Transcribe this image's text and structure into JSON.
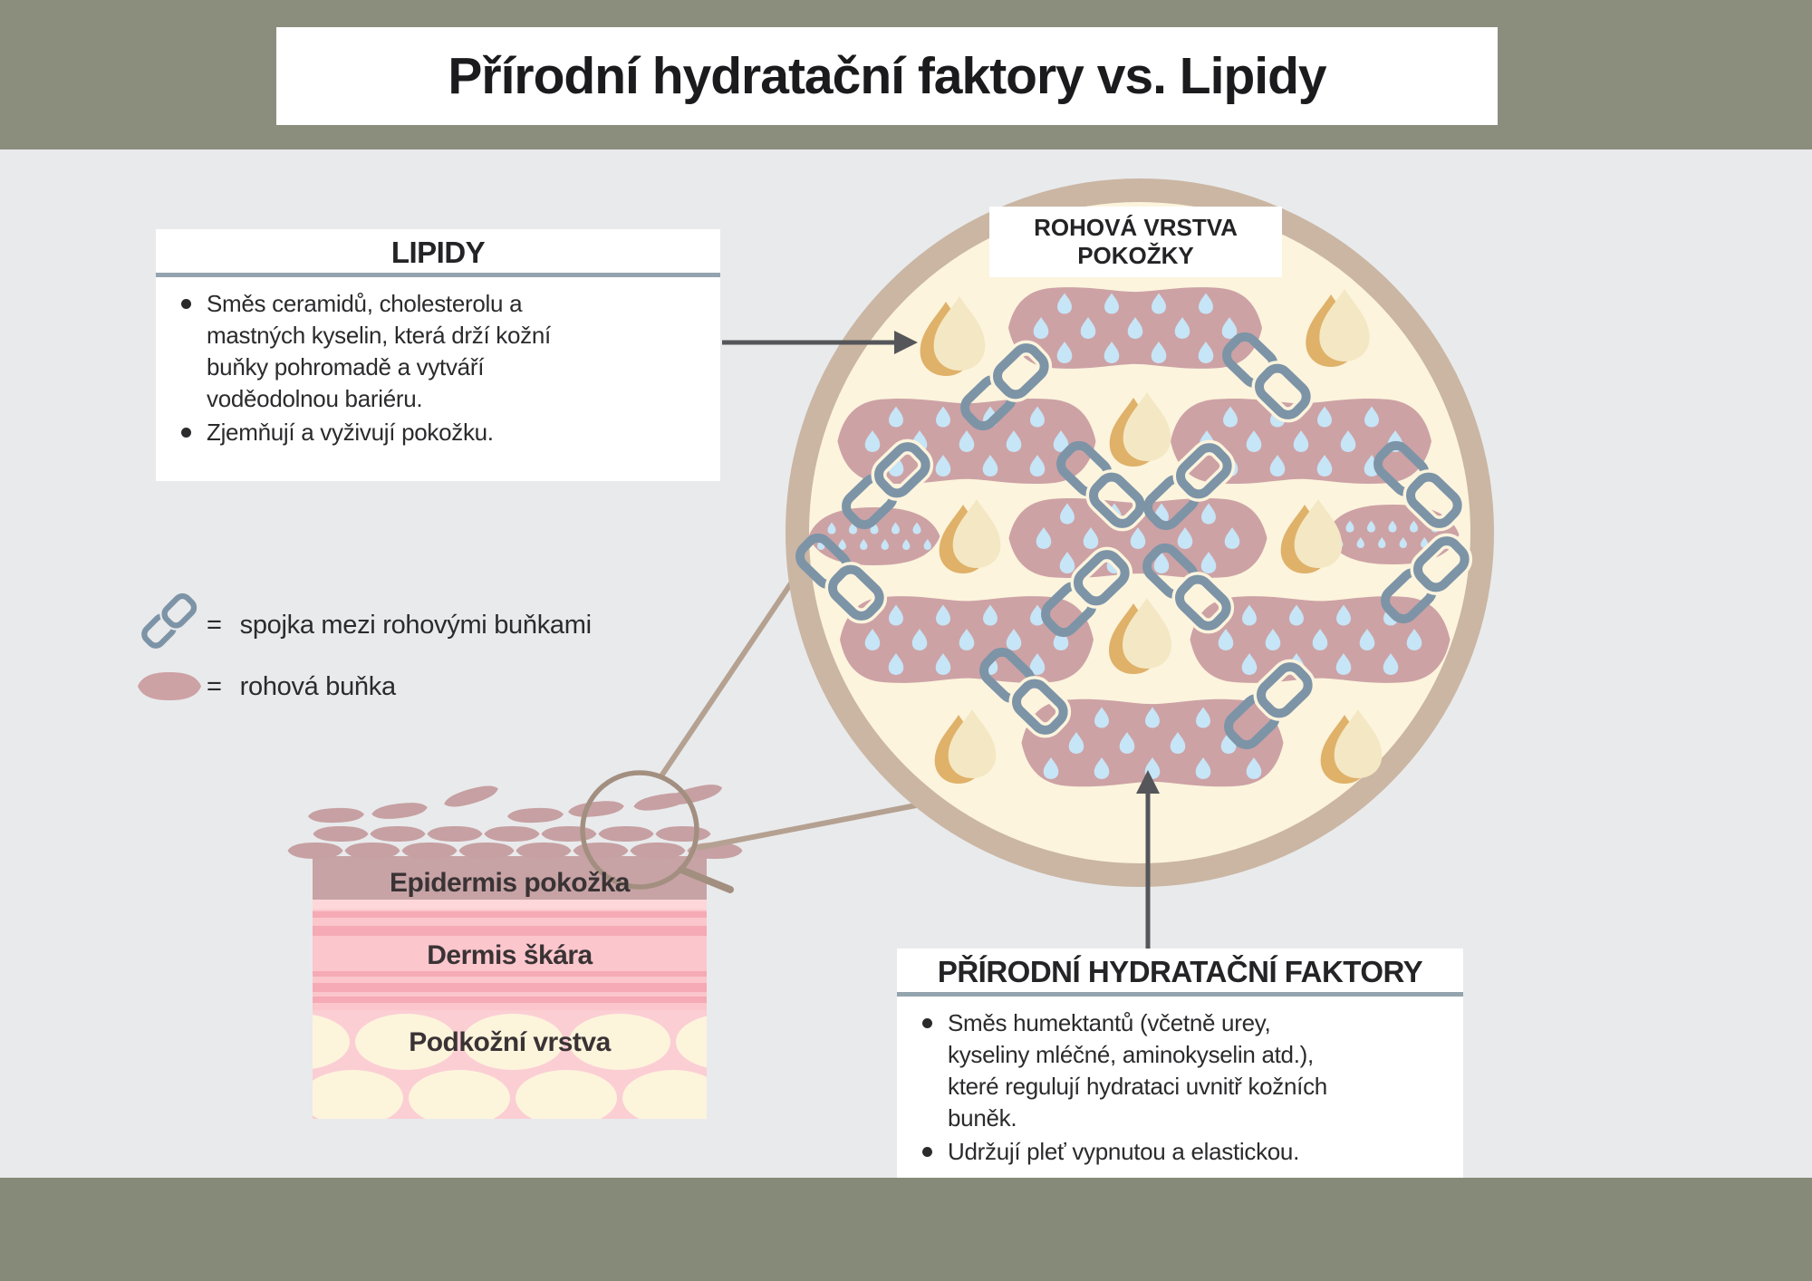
{
  "title": "Přírodní hydratační faktory vs. Lipidy",
  "lipids_box": {
    "title": "LIPIDY",
    "bullets": [
      "Směs ceramidů, cholesterolu a\nmastných kyselin, která drží kožní\nbuňky pohromadě a vytváří\nvoděodolnou bariéru.",
      "Zjemňují a vyživují pokožku."
    ]
  },
  "nmf_box": {
    "title": "PŘÍRODNÍ HYDRATAČNÍ FAKTORY",
    "bullets": [
      "Směs humektantů (včetně urey,\nkyseliny mléčné, aminokyselin atd.),\nkteré regulují hydrataci uvnitř kožních\nbuněk.",
      "Udržují pleť vypnutou a elastickou."
    ]
  },
  "magnified_view": {
    "label": "ROHOVÁ VRSTVA\nPOKOŽKY"
  },
  "legend": {
    "items": [
      {
        "icon": "chain-link-icon",
        "eq": "=",
        "label": "spojka mezi rohovými buňkami"
      },
      {
        "icon": "corneocyte-icon",
        "eq": "=",
        "label": "rohová buňka"
      }
    ]
  },
  "skin_layers": [
    "Epidermis pokožka",
    "Dermis škára",
    "Podkožní vrstva"
  ],
  "colors": {
    "band_olive_top": "#8b8e7c",
    "band_olive_bottom": "#858b78",
    "background": "#e9eaec",
    "box_white": "#ffffff",
    "text_dark": "#2b2b2d",
    "header_rule": "#93a4ae",
    "cell_mauve": "#cda2a5",
    "cell_cross_section": "#c6a0a2",
    "epidermis_band": "#c7a3a5",
    "water_droplet_blue": "#c6e5f7",
    "lipid_gold_dark": "#dfb169",
    "lipid_gold_light": "#f4e7c3",
    "chain_slate": "#7d94a7",
    "circle_ring_tan": "#cab6a3",
    "circle_fill_cream": "#fcf4dd",
    "connector_tan": "#b5a191",
    "magnifier_tan": "#a38f80",
    "arrow_gray": "#55565a",
    "dermis_pink": "#fbc6cc",
    "dermis_stripe": "#f5aab5",
    "subcutis_pink": "#fbced4",
    "fat_cell_cream": "#fdf4dc"
  }
}
